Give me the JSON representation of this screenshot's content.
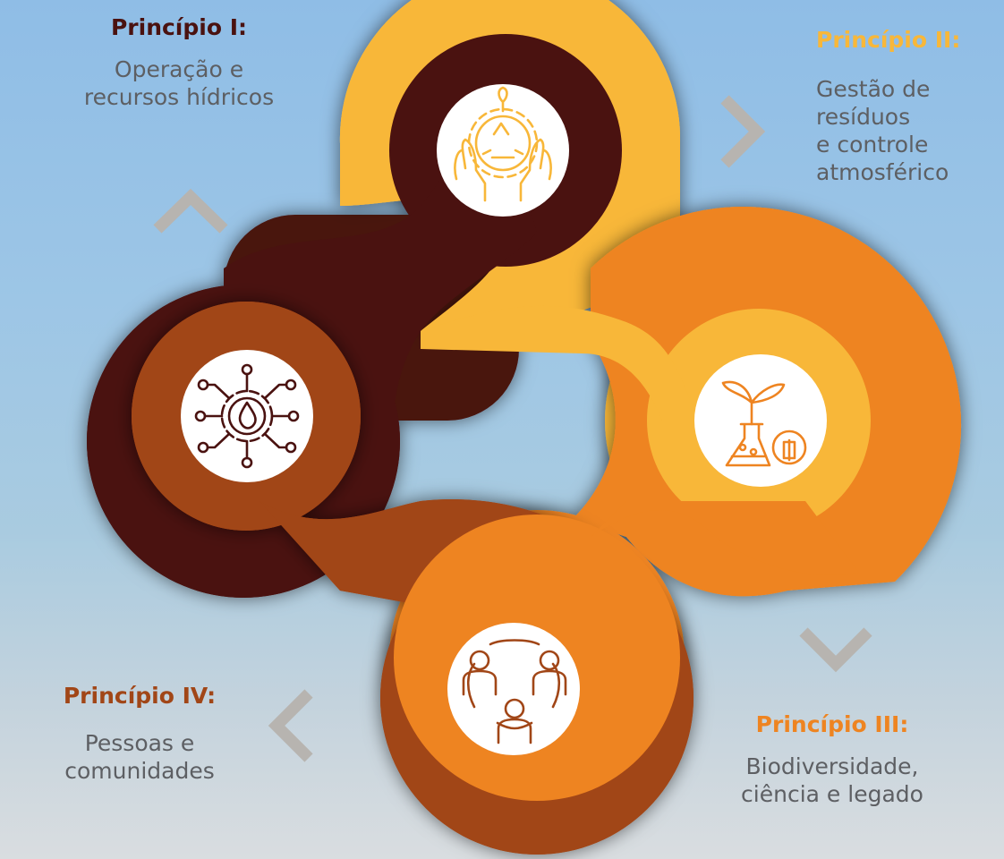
{
  "colors": {
    "p1": "#4a1210",
    "p2": "#f8b739",
    "p3": "#ee8421",
    "p4": "#a14617",
    "arrow": "#b7b4b0",
    "text": "#5d5f63",
    "icon_bg": "#ffffff"
  },
  "principles": [
    {
      "title": "Princípio I:",
      "desc": [
        "Operação e",
        "recursos hídricos"
      ],
      "icon": "water-drop-network-icon"
    },
    {
      "title": "Princípio II:",
      "desc": [
        "Gestão de",
        "resíduos",
        "e controle",
        "atmosférico"
      ],
      "icon": "recycling-gear-hands-icon"
    },
    {
      "title": "Princípio III:",
      "desc": [
        "Biodiversidade,",
        "ciência e legado"
      ],
      "icon": "plant-flask-icon"
    },
    {
      "title": "Princípio IV:",
      "desc": [
        "Pessoas e",
        "comunidades"
      ],
      "icon": "people-community-icon"
    }
  ],
  "arrows": [
    "chevron-up-icon",
    "chevron-right-icon",
    "chevron-down-icon",
    "chevron-left-icon"
  ]
}
